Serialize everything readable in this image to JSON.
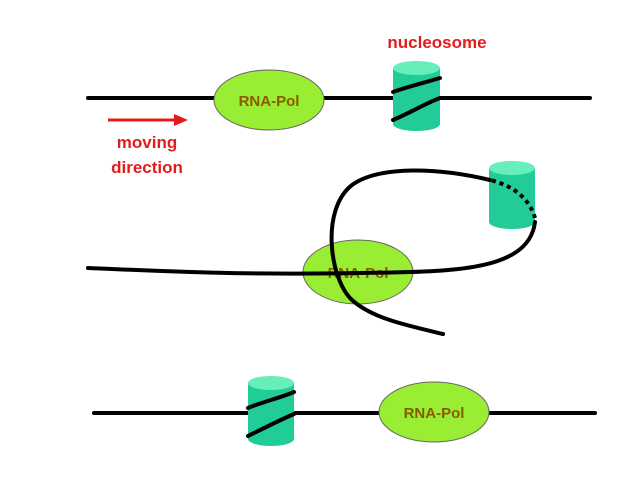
{
  "labels": {
    "nucleosome": "nucleosome",
    "moving": "moving",
    "direction": "direction",
    "rna_pol_1": "RNA-Pol",
    "rna_pol_2": "RNA-Pol",
    "rna_pol_3": "RNA-Pol"
  },
  "colors": {
    "rna_pol_fill": "#99ee33",
    "rna_pol_text": "#8b5a00",
    "nucleosome_body": "#22cc99",
    "nucleosome_top": "#66eebb",
    "label_red": "#e31b1b",
    "dna": "#000000"
  }
}
